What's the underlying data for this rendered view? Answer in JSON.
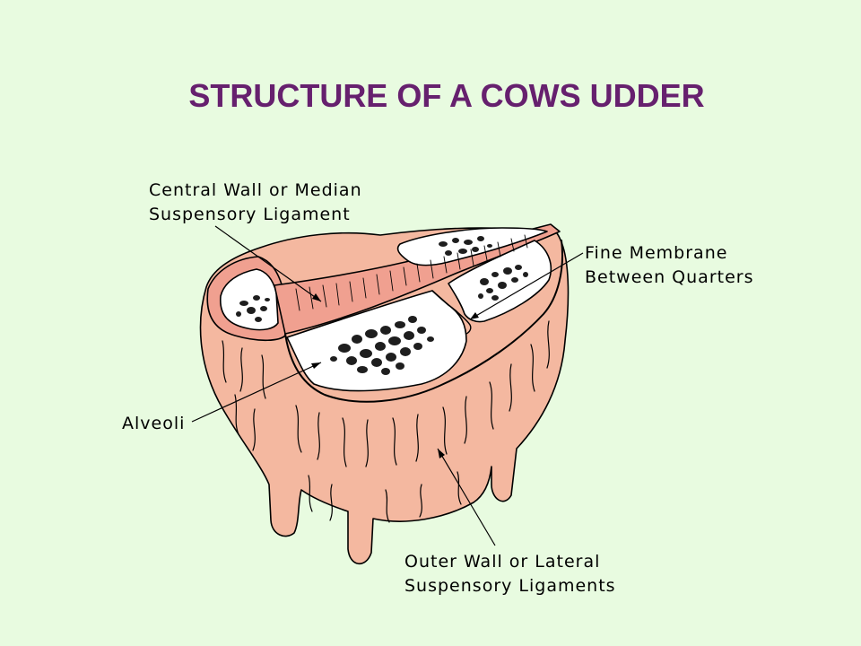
{
  "title": "STRUCTURE OF A COWS UDDER",
  "labels": {
    "central_wall": [
      "Central Wall or Median",
      "Suspensory Ligament"
    ],
    "fine_membrane": [
      "Fine Membrane",
      "Between Quarters"
    ],
    "alveoli": [
      "Alveoli"
    ],
    "outer_wall": [
      "Outer Wall or Lateral",
      "Suspensory Ligaments"
    ]
  },
  "colors": {
    "background": "#e8fbe0",
    "title": "#66206e",
    "tissue_light": "#f4b8a0",
    "tissue_mid": "#f0a090",
    "cut_surface": "#ffffff",
    "alveoli": "#1e1e1e",
    "outline": "#000000"
  }
}
